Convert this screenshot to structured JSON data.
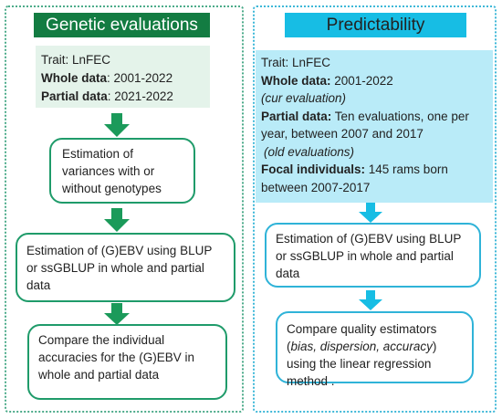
{
  "left": {
    "header": "Genetic evaluations",
    "info": {
      "trait": "Trait: LnFEC",
      "whole_label": "Whole data",
      "whole_value": ": 2001-2022",
      "partial_label": "Partial data",
      "partial_value": ": 2021-2022"
    },
    "step1": "Estimation of variances with or without genotypes",
    "step2": "Estimation of (G)EBV using BLUP or ssGBLUP in whole and partial data",
    "step3": "Compare the individual accuracies for the (G)EBV in whole and partial data"
  },
  "right": {
    "header": "Predictability",
    "info": {
      "trait": "Trait: LnFEC",
      "whole_label": "Whole data:",
      "whole_value": " 2001-2022",
      "whole_note": "(cur evaluation)",
      "partial_label": "Partial data:",
      "partial_value": " Ten evaluations, one per year, between 2007 and 2017",
      "partial_note": "(old evaluations)",
      "focal_label": "Focal individuals:",
      "focal_value": "  145 rams born between 2007-2017"
    },
    "step1": "Estimation of  (G)EBV using BLUP or ssGBLUP in whole and partial data",
    "step2_pre": "Compare quality estimators (",
    "step2_italic": "bias, dispersion, accuracy",
    "step2_post": ") using the linear regression method ."
  },
  "colors": {
    "green_dark": "#137c42",
    "green_arrow": "#1b9a5a",
    "blue": "#17bde4"
  }
}
